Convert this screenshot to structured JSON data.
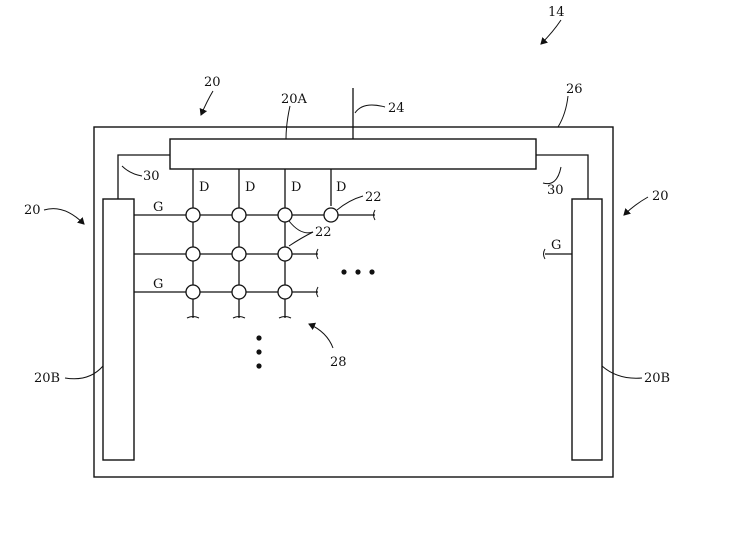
{
  "refs": {
    "device": "14",
    "display_circuitry_top_left": "20",
    "display_circuitry_left": "20",
    "display_circuitry_right": "20",
    "driver_ic": "20A",
    "path_24": "24",
    "display_26": "26",
    "path_30_left": "30",
    "path_30_right": "30",
    "gate_driver_left": "20B",
    "gate_driver_right": "20B",
    "pixel_a": "22",
    "pixel_b": "22",
    "pixel_array": "28"
  },
  "signals": {
    "data": [
      "D",
      "D",
      "D",
      "D"
    ],
    "gate": [
      "G",
      "G"
    ],
    "gate_right": "G"
  }
}
